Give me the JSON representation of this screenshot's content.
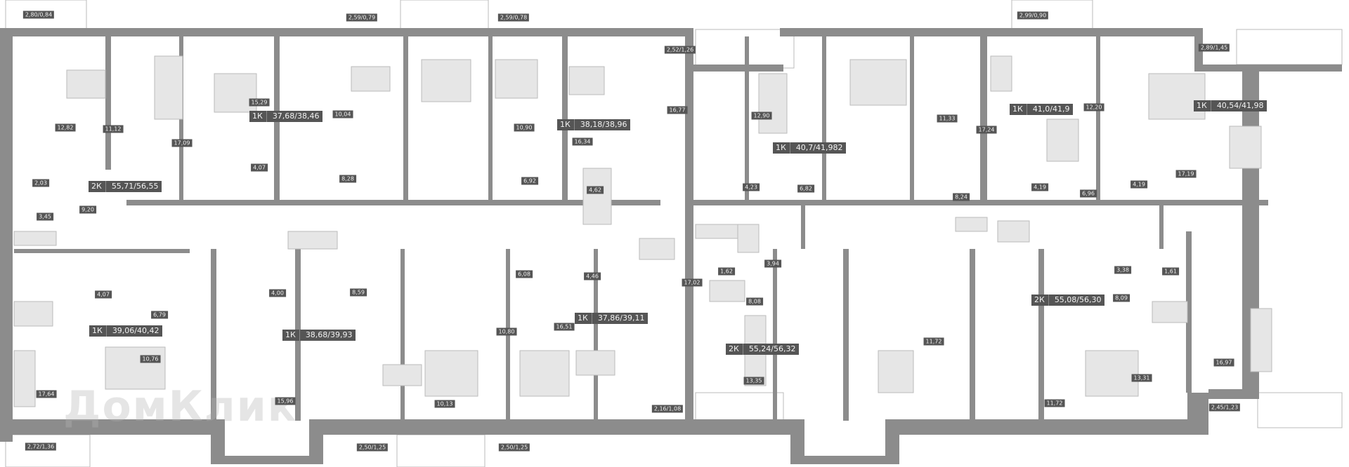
{
  "watermark": "ДомКлик",
  "colors": {
    "wall": "#8c8c8c",
    "label_bg": "#555555",
    "furniture": "#e6e6e6"
  },
  "apartments": [
    {
      "type": "2К",
      "area": "55,71/56,55"
    },
    {
      "type": "1К",
      "area": "37,68/38,46"
    },
    {
      "type": "1К",
      "area": "38,18/38,96"
    },
    {
      "type": "1К",
      "area": "40,7/41,982"
    },
    {
      "type": "1К",
      "area": "41,0/41,9"
    },
    {
      "type": "1К",
      "area": "40,54/41,98"
    },
    {
      "type": "1К",
      "area": "39,06/40,42"
    },
    {
      "type": "1К",
      "area": "38,68/39,93"
    },
    {
      "type": "1К",
      "area": "37,86/39,11"
    },
    {
      "type": "2К",
      "area": "55,24/56,32"
    },
    {
      "type": "2К",
      "area": "55,08/56,30"
    }
  ],
  "rooms": [
    "2,80/0,84",
    "12,82",
    "11,12",
    "17,09",
    "15,29",
    "4,07",
    "10,04",
    "8,28",
    "2,03",
    "3,45",
    "9,20",
    "2,59/0,79",
    "2,59/0,78",
    "10,90",
    "16,34",
    "6,92",
    "4,62",
    "16,77",
    "12,90",
    "2,52/1,26",
    "4,23",
    "6,82",
    "2,99/0,90",
    "11,33",
    "17,24",
    "8,24",
    "4,19",
    "6,96",
    "12,20",
    "2,89/1,45",
    "4,19",
    "17,19",
    "4,07",
    "6,79",
    "10,76",
    "17,64",
    "2,72/1,36",
    "4,00",
    "8,59",
    "15,96",
    "6,08",
    "4,46",
    "10,80",
    "16,51",
    "10,13",
    "17,02",
    "1,62",
    "3,94",
    "8,08",
    "13,35",
    "2,16/1,08",
    "2,50/1,25",
    "2,50/1,25",
    "3,38",
    "1,61",
    "8,09",
    "11,72",
    "11,72",
    "13,31",
    "16,97",
    "2,45/1,23"
  ]
}
